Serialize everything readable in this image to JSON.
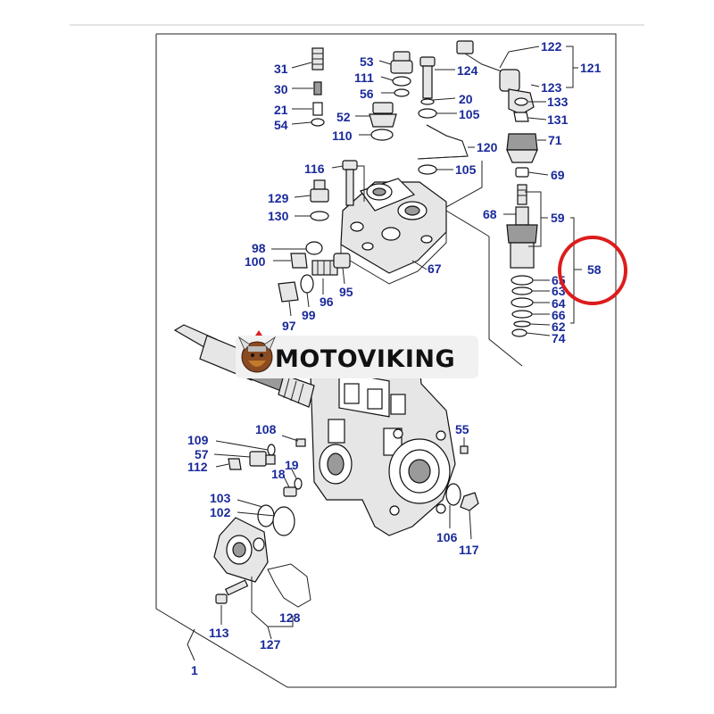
{
  "watermark": {
    "text": "MOTOVIKING"
  },
  "callouts": {
    "c1": "1",
    "c18": "18",
    "c19": "19",
    "c20": "20",
    "c21": "21",
    "c30": "30",
    "c31": "31",
    "c52": "52",
    "c53": "53",
    "c54": "54",
    "c55": "55",
    "c56": "56",
    "c57": "57",
    "c58": "58",
    "c59": "59",
    "c62": "62",
    "c63": "63",
    "c64": "64",
    "c65": "65",
    "c66": "66",
    "c67": "67",
    "c68": "68",
    "c69": "69",
    "c71": "71",
    "c74": "74",
    "c95": "95",
    "c96": "96",
    "c97": "97",
    "c98": "98",
    "c99": "99",
    "c100": "100",
    "c102": "102",
    "c103": "103",
    "c105a": "105",
    "c105b": "105",
    "c106": "106",
    "c108": "108",
    "c109": "109",
    "c110": "110",
    "c111": "111",
    "c112": "112",
    "c113": "113",
    "c116": "116",
    "c117": "117",
    "c120": "120",
    "c121": "121",
    "c122": "122",
    "c123": "123",
    "c124": "124",
    "c127": "127",
    "c128": "128",
    "c129": "129",
    "c130": "130",
    "c131": "131",
    "c133": "133"
  },
  "colors": {
    "callout": "#1a2a9a",
    "highlight": "#dd1c1c",
    "line": "#222222"
  }
}
